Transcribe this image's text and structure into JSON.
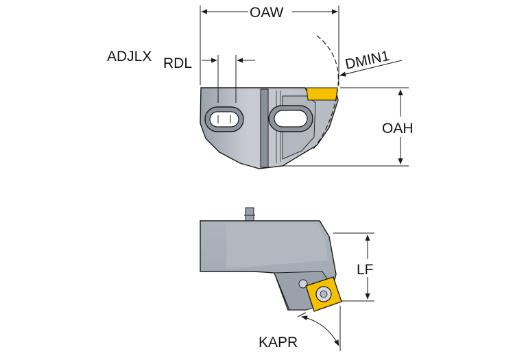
{
  "labels": {
    "oaw": "OAW",
    "adjlx": "ADJLX",
    "rdl": "RDL",
    "dmin1": "DMIN1",
    "oah": "OAH",
    "lf": "LF",
    "kapr": "KAPR"
  },
  "colors": {
    "body_light": "#c8ccd2",
    "body_mid": "#aab0b8",
    "body_dark": "#7c838c",
    "insert_yellow": "#f5c000",
    "outline": "#1a1a1a",
    "dim_line": "#1a1a1a"
  }
}
